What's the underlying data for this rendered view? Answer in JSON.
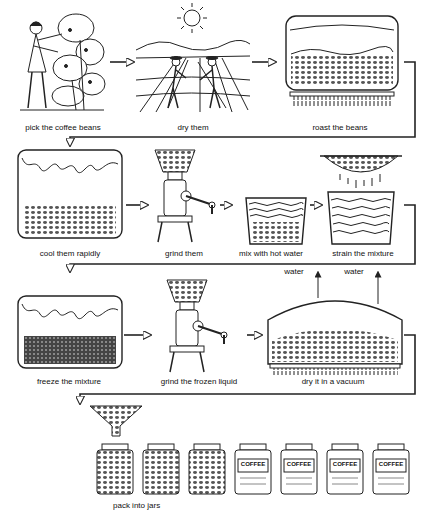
{
  "diagram": {
    "nodes": [
      {
        "text": [
          "pick the coffee beans"
        ]
      },
      {
        "text": [
          "dry them"
        ]
      },
      {
        "text": [
          "roast the beans"
        ]
      },
      {
        "text": [
          "cool them rapidly"
        ]
      },
      {
        "text": [
          "grind them"
        ]
      },
      {
        "text": [
          "mix with hot water"
        ]
      },
      {
        "text": [
          "strain the mixture"
        ]
      },
      {
        "text": [
          "freeze the mixture"
        ]
      },
      {
        "text": [
          "grind the frozen liquid"
        ]
      },
      {
        "text": [
          "dry it in a vacuum"
        ]
      },
      {
        "text": [
          "pack into jars"
        ]
      }
    ],
    "edges": [
      {
        "from": 0,
        "to": 1,
        "arrow": "to"
      },
      {
        "from": 1,
        "to": 2,
        "arrow": "to"
      },
      {
        "from": 2,
        "to": 3,
        "arrow": "to"
      },
      {
        "from": 3,
        "to": 4,
        "arrow": "to"
      },
      {
        "from": 4,
        "to": 5,
        "arrow": "to"
      },
      {
        "from": 5,
        "to": 6,
        "arrow": "to"
      },
      {
        "from": 6,
        "to": 7,
        "arrow": "to"
      },
      {
        "from": 7,
        "to": 8,
        "arrow": "to"
      },
      {
        "from": 8,
        "to": 9,
        "arrow": "to"
      },
      {
        "from": 9,
        "to": 10,
        "arrow": "to"
      }
    ],
    "labels": [
      "water",
      "water",
      "COFFEE",
      "COFFEE",
      "COFFEE",
      "COFFEE"
    ]
  }
}
